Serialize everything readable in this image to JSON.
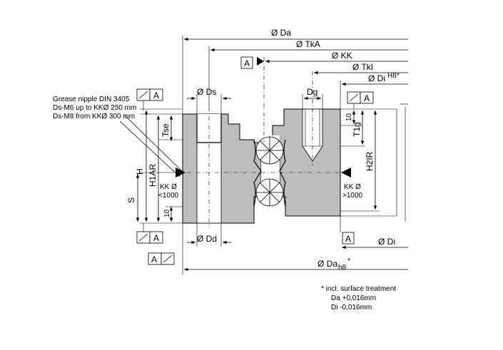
{
  "labels": {
    "da": "Ø Da",
    "tka": "Ø TkA",
    "kk": "Ø KK",
    "tki": "Ø TkI",
    "di_h8": "Ø Di",
    "di_h8_sup": "H8",
    "di_h8_star": "*",
    "dg": "Dg",
    "ds": "Ø Ds",
    "dd": "Ø Dd",
    "di": "Ø Di",
    "da_h8": "Ø Da",
    "da_h8_sub": "h8",
    "da_h8_star": "*",
    "h": "H",
    "h1ar": "H1AR",
    "h2ir": "H2IR",
    "s": "S",
    "tse": "Tse",
    "t1g": "T1g",
    "ten_top": "10",
    "ten_bottom": "10",
    "kk_left_1": "KK Ø",
    "kk_left_2": "<1000",
    "kk_right_1": "KK Ø",
    "kk_right_2": ">1000",
    "datum_a": "A"
  },
  "grease_note": [
    "Grease nipple DIN 3405",
    "Ds-M6 up to KKØ 250 mm",
    "Ds-M8 from KKØ 300 mm"
  ],
  "footnote": [
    "*   incl. surface treatment",
    "Da +0,016mm",
    "Di -0,016mm"
  ],
  "colors": {
    "section_fill": "#bdbdbd",
    "line": "#000000"
  }
}
